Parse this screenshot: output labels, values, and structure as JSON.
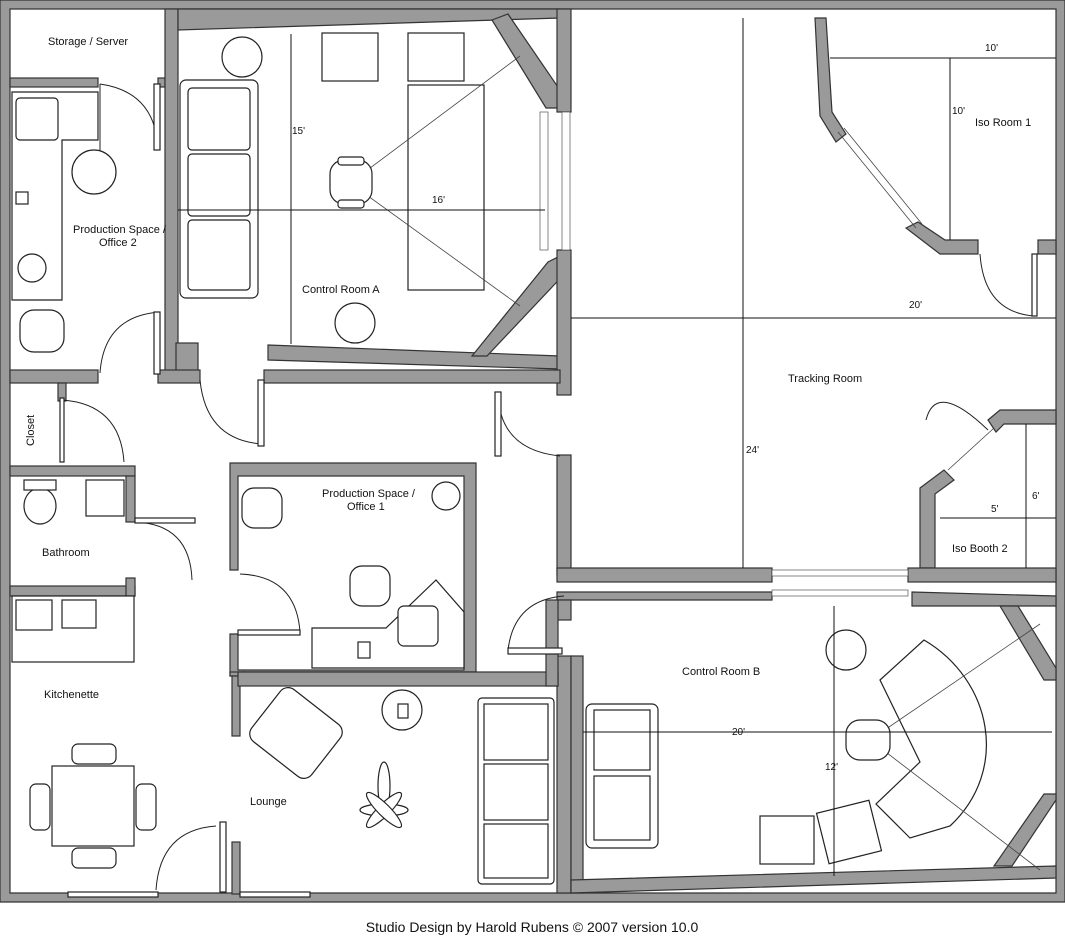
{
  "rooms": {
    "storage": "Storage / Server",
    "production_space_2": [
      "Production Space /",
      "Office  2"
    ],
    "control_room_a": "Control Room A",
    "tracking_room": "Tracking Room",
    "iso_room_1": "Iso Room 1",
    "iso_booth_2": "Iso Booth 2",
    "closet": "Closet",
    "bathroom": "Bathroom",
    "production_space_1": [
      "Production Space /",
      "Office  1"
    ],
    "control_room_b": "Control Room B",
    "kitchenette": "Kitchenette",
    "lounge": "Lounge"
  },
  "dimensions": {
    "control_room_a_depth": "15'",
    "control_room_a_width": "16'",
    "iso_room_1_width": "10'",
    "iso_room_1_depth": "10'",
    "tracking_room_width": "20'",
    "tracking_room_depth": "24'",
    "iso_booth_2_width": "5'",
    "iso_booth_2_depth": "6'",
    "control_room_b_width": "20'",
    "control_room_b_depth": "12'"
  },
  "footer": {
    "credit": "Studio Design by Harold Rubens  © 2007 version 10.0"
  },
  "colors": {
    "wall_fill": "#9a9a9a",
    "line": "#222222",
    "background": "#ffffff"
  },
  "icons": [
    "console-chair-icon",
    "couch-icon",
    "desk-icon",
    "toilet-icon",
    "sink-icon",
    "dining-table-icon",
    "plant-icon",
    "door-swing-icon",
    "speaker-icon"
  ]
}
